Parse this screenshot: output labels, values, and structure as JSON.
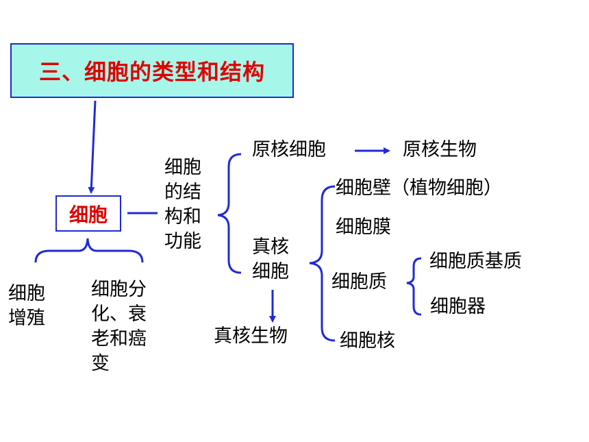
{
  "title": "三、细胞的类型和结构",
  "cell": "细胞",
  "structure_function": "细胞\n的结\n构和\n功能",
  "prokaryotic_cell": "原核细胞",
  "prokaryote": "原核生物",
  "eukaryotic_cell": "真核\n细胞",
  "eukaryote": "真核生物",
  "cell_wall": "细胞壁（植物细胞）",
  "cell_membrane": "细胞膜",
  "cytoplasm": "细胞质",
  "cytoplasmic_matrix": "细胞质基质",
  "organelles": "细胞器",
  "nucleus": "细胞核",
  "proliferation": "细胞\n增殖",
  "differentiation": "细胞分\n化、衰\n老和癌\n变",
  "colors": {
    "title_bg": "#a6f7e9",
    "title_text": "#e00000",
    "line": "#1f2ad6"
  }
}
